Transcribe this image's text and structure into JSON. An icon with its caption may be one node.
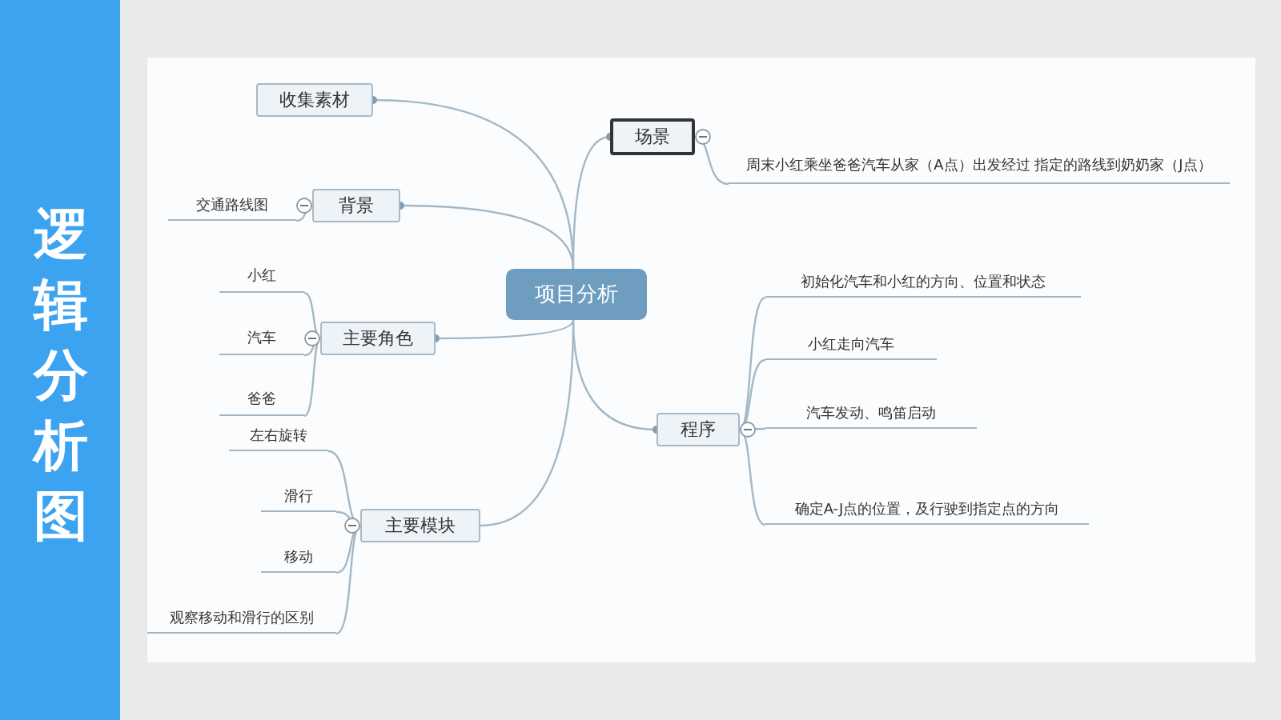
{
  "diagram": {
    "title": "逻辑分析图",
    "nodes": [
      {
        "text": [
          "项目分析"
        ]
      },
      {
        "text": [
          "收集素材"
        ]
      },
      {
        "text": [
          "场景"
        ]
      },
      {
        "text": [
          "周末小红乘坐爸爸汽车从家（A点）出发经过 指定的路线到奶奶家（J点）"
        ]
      },
      {
        "text": [
          "背景"
        ]
      },
      {
        "text": [
          "交通路线图"
        ]
      },
      {
        "text": [
          "主要角色"
        ]
      },
      {
        "text": [
          "小红"
        ]
      },
      {
        "text": [
          "汽车"
        ]
      },
      {
        "text": [
          "爸爸"
        ]
      },
      {
        "text": [
          "程序"
        ]
      },
      {
        "text": [
          "初始化汽车和小红的方向、位置和状态"
        ]
      },
      {
        "text": [
          "小红走向汽车"
        ]
      },
      {
        "text": [
          "汽车发动、鸣笛启动"
        ]
      },
      {
        "text": [
          "确定A-J点的位置，及行驶到指定点的方向"
        ]
      },
      {
        "text": [
          "主要模块"
        ]
      },
      {
        "text": [
          "左右旋转"
        ]
      },
      {
        "text": [
          "滑行"
        ]
      },
      {
        "text": [
          "移动"
        ]
      },
      {
        "text": [
          "观察移动和滑行的区别"
        ]
      }
    ],
    "edges": [
      {
        "from": 0,
        "to": 1,
        "arrow": "other"
      },
      {
        "from": 0,
        "to": 2,
        "arrow": "other"
      },
      {
        "from": 2,
        "to": 3,
        "arrow": "none"
      },
      {
        "from": 0,
        "to": 4,
        "arrow": "other"
      },
      {
        "from": 4,
        "to": 5,
        "arrow": "none"
      },
      {
        "from": 0,
        "to": 6,
        "arrow": "other"
      },
      {
        "from": 6,
        "to": 7,
        "arrow": "none"
      },
      {
        "from": 6,
        "to": 8,
        "arrow": "none"
      },
      {
        "from": 6,
        "to": 9,
        "arrow": "none"
      },
      {
        "from": 0,
        "to": 10,
        "arrow": "other"
      },
      {
        "from": 10,
        "to": 11,
        "arrow": "none"
      },
      {
        "from": 10,
        "to": 12,
        "arrow": "none"
      },
      {
        "from": 10,
        "to": 13,
        "arrow": "none"
      },
      {
        "from": 10,
        "to": 14,
        "arrow": "none"
      },
      {
        "from": 0,
        "to": 15,
        "arrow": "none"
      },
      {
        "from": 15,
        "to": 16,
        "arrow": "none"
      },
      {
        "from": 15,
        "to": 17,
        "arrow": "none"
      },
      {
        "from": 15,
        "to": 18,
        "arrow": "none"
      },
      {
        "from": 15,
        "to": 19,
        "arrow": "none"
      }
    ]
  }
}
